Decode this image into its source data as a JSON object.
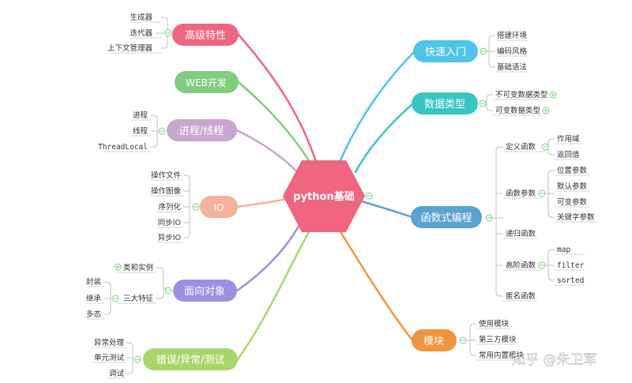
{
  "center": {
    "label": "python基础",
    "color": "#f06580"
  },
  "branches": {
    "advanced": {
      "label": "高级特性",
      "color": "#f06580",
      "leaves": [
        "生成器",
        "迭代器",
        "上下文管理器"
      ]
    },
    "web": {
      "label": "WEB开发",
      "color": "#7fcd7f",
      "leaves": []
    },
    "process": {
      "label": "进程/线程",
      "color": "#c9a6cf",
      "leaves": [
        "进程",
        "线程",
        "ThreadLocal"
      ]
    },
    "io": {
      "label": "IO",
      "color": "#f2b19a",
      "leaves": [
        "操作文件",
        "操作图像",
        "序列化",
        "同步IO",
        "异步IO"
      ]
    },
    "oop": {
      "label": "面向对象",
      "color": "#9e8fe0",
      "subs": [
        "类和实例",
        "三大特征"
      ],
      "features": [
        "封装",
        "继承",
        "多态"
      ]
    },
    "errors": {
      "label": "错误/异常/测试",
      "color": "#a9d66a",
      "leaves": [
        "异常处理",
        "单元测试",
        "调试"
      ]
    },
    "quickstart": {
      "label": "快速入门",
      "color": "#4ec5e8",
      "leaves": [
        "搭建环境",
        "编码风格",
        "基础语法"
      ]
    },
    "datatypes": {
      "label": "数据类型",
      "color": "#36c7c2",
      "leaves": [
        "不可变数据类型",
        "可变数据类型"
      ]
    },
    "functional": {
      "label": "函数式编程",
      "color": "#5aa2cf",
      "define": {
        "label": "定义函数",
        "leaves": [
          "作用域",
          "返回值"
        ]
      },
      "params": {
        "label": "函数参数",
        "leaves": [
          "位置参数",
          "默认参数",
          "可变参数",
          "关键字参数"
        ]
      },
      "recursion": "递归函数",
      "higher": {
        "label": "高阶函数",
        "leaves": [
          "map",
          "filter",
          "sorted"
        ]
      },
      "anon": "匿名函数"
    },
    "modules": {
      "label": "模块",
      "color": "#f0953d",
      "leaves": [
        "使用模块",
        "第三方模块",
        "常用内置模块"
      ]
    }
  },
  "watermark": "知乎 @朱卫军"
}
